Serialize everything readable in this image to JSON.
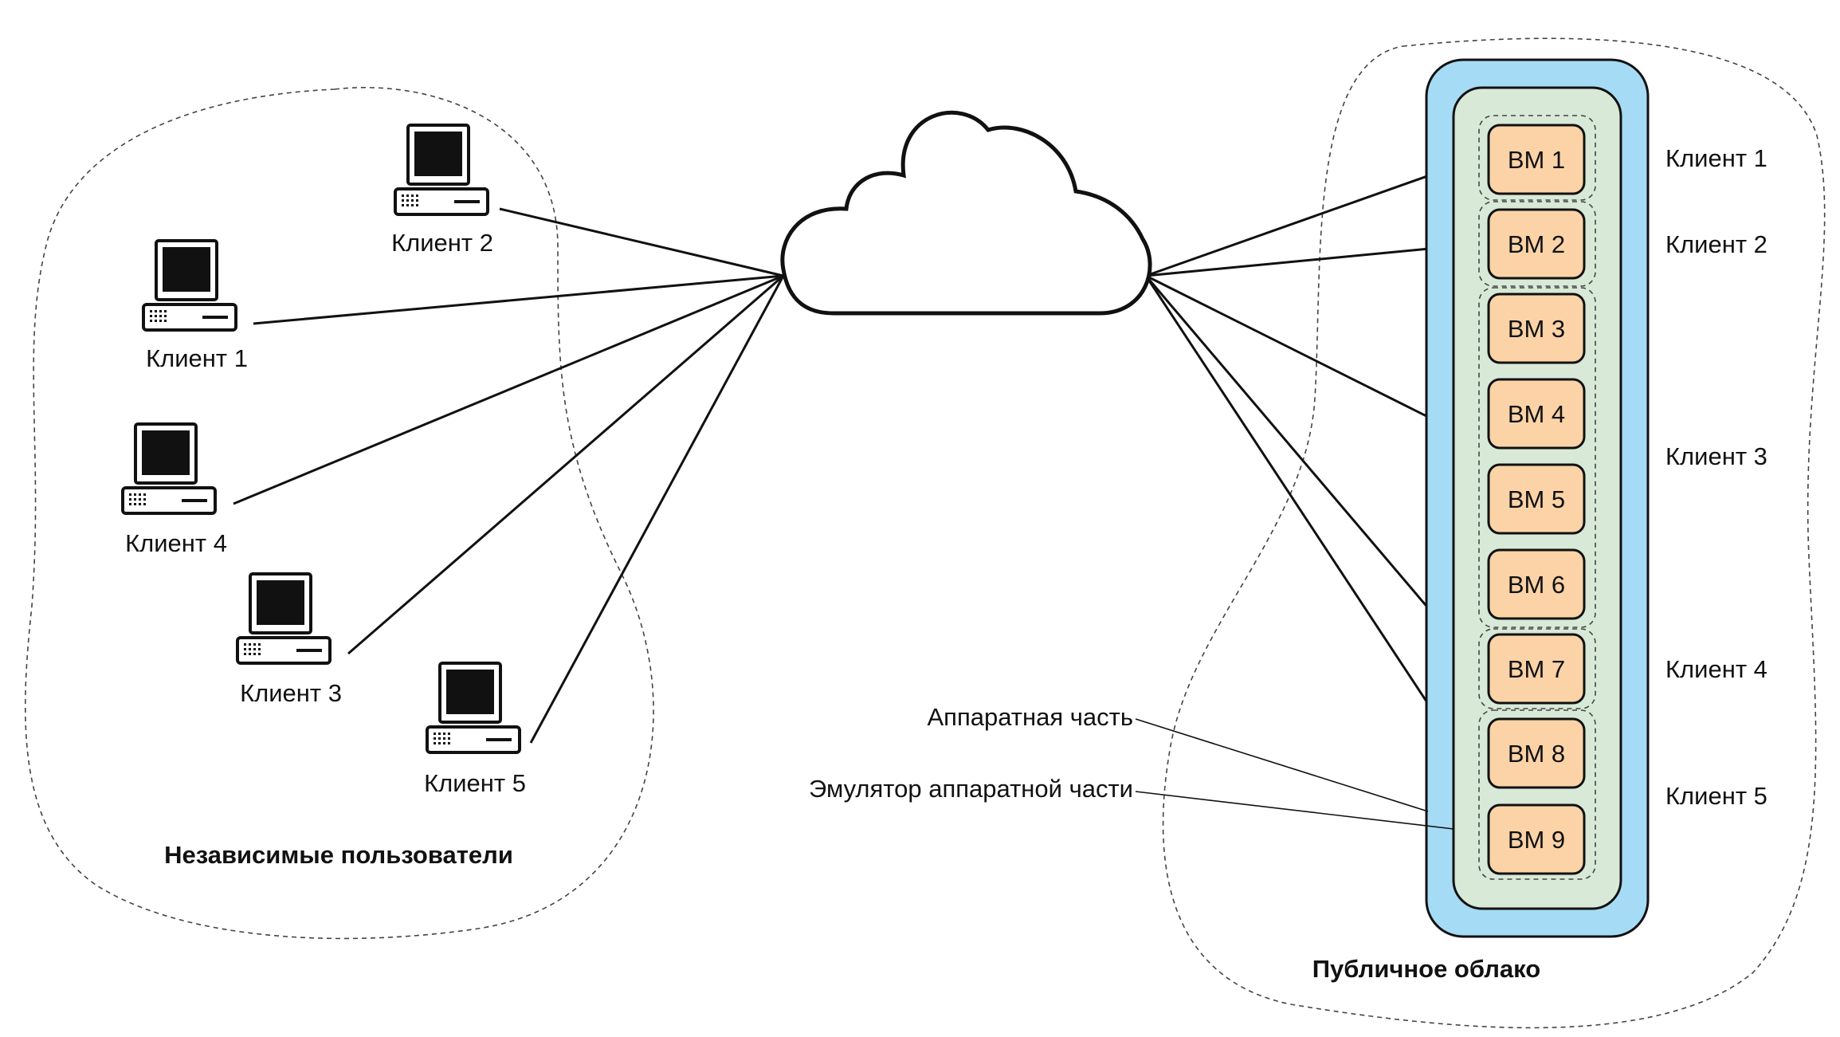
{
  "colors": {
    "hardware_fill": "#a6dbf5",
    "emulator_fill": "#d8e9d8",
    "vm_fill": "#fbd3a7",
    "stroke": "#111111"
  },
  "icons": {
    "client": "computer-icon",
    "network": "cloud-icon"
  },
  "left_group": {
    "title": "Независимые пользователи",
    "clients": [
      {
        "id": "c1",
        "label": "Клиент 1"
      },
      {
        "id": "c2",
        "label": "Клиент 2"
      },
      {
        "id": "c3",
        "label": "Клиент 3"
      },
      {
        "id": "c4",
        "label": "Клиент 4"
      },
      {
        "id": "c5",
        "label": "Клиент 5"
      }
    ]
  },
  "right_group": {
    "title": "Публичное облако",
    "hardware_label": "Аппаратная часть",
    "emulator_label": "Эмулятор аппаратной части",
    "vms": [
      {
        "id": "vm1",
        "label": "ВМ 1"
      },
      {
        "id": "vm2",
        "label": "ВМ 2"
      },
      {
        "id": "vm3",
        "label": "ВМ 3"
      },
      {
        "id": "vm4",
        "label": "ВМ 4"
      },
      {
        "id": "vm5",
        "label": "ВМ 5"
      },
      {
        "id": "vm6",
        "label": "ВМ 6"
      },
      {
        "id": "vm7",
        "label": "ВМ 7"
      },
      {
        "id": "vm8",
        "label": "ВМ 8"
      },
      {
        "id": "vm9",
        "label": "ВМ 9"
      }
    ],
    "client_groups": [
      {
        "label": "Клиент 1",
        "vms": [
          "vm1"
        ]
      },
      {
        "label": "Клиент 2",
        "vms": [
          "vm2"
        ]
      },
      {
        "label": "Клиент 3",
        "vms": [
          "vm3",
          "vm4",
          "vm5",
          "vm6"
        ]
      },
      {
        "label": "Клиент 4",
        "vms": [
          "vm7"
        ]
      },
      {
        "label": "Клиент 5",
        "vms": [
          "vm8",
          "vm9"
        ]
      }
    ]
  }
}
